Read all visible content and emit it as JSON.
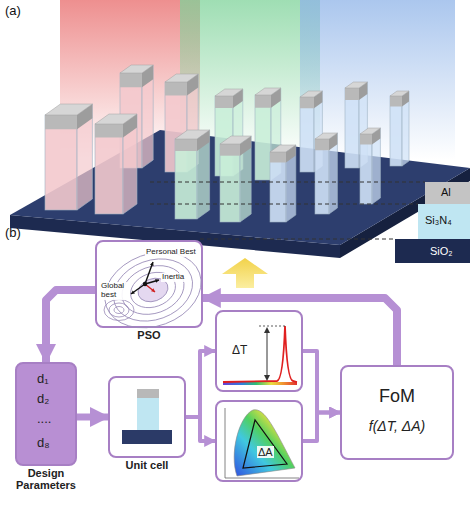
{
  "diagram": {
    "nodes": [
      {
        "text": [
          "Personal Best",
          "Global best",
          "Inertia",
          "PSO"
        ]
      },
      {
        "text": [
          "d₁",
          "d₂",
          "....",
          "d₈",
          "Design Parameters"
        ]
      },
      {
        "text": [
          "Unit cell"
        ]
      },
      {
        "text": [
          "ΔT"
        ]
      },
      {
        "text": [
          "ΔA"
        ]
      },
      {
        "text": [
          "FoM",
          "f(ΔT, ΔA)"
        ]
      }
    ],
    "edges": [
      {
        "from": 0,
        "to": 1,
        "arrow": "to"
      },
      {
        "from": 1,
        "to": 2,
        "arrow": "to"
      },
      {
        "from": 2,
        "to": 3,
        "arrow": "to"
      },
      {
        "from": 2,
        "to": 4,
        "arrow": "to"
      },
      {
        "from": 3,
        "to": 5,
        "arrow": "to"
      },
      {
        "from": 4,
        "to": 5,
        "arrow": "to"
      },
      {
        "from": 5,
        "to": 0,
        "arrow": "to"
      }
    ],
    "labels": [
      "(a)",
      "Al",
      "Si₃N₄",
      "SiO₂",
      "(b)"
    ]
  }
}
